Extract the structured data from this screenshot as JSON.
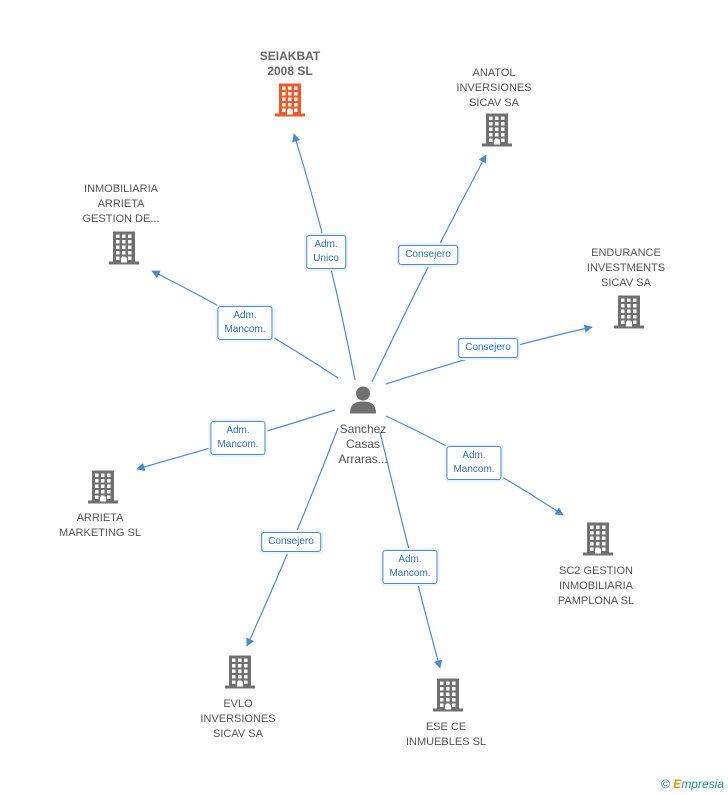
{
  "center": {
    "lines": [
      "Sanchez",
      "Casas",
      "Arraras..."
    ]
  },
  "nodes": [
    {
      "id": "seiakbat",
      "lines": [
        "SEIAKBAT",
        "2008 SL"
      ],
      "highlight": true,
      "role": "Adm.\nUnico",
      "role_lines": [
        "Adm.",
        "Unico"
      ]
    },
    {
      "id": "anatol",
      "lines": [
        "ANATOL",
        "INVERSIONES",
        "SICAV SA"
      ],
      "highlight": false,
      "role_lines": [
        "Consejero"
      ]
    },
    {
      "id": "inmobiliaria",
      "lines": [
        "INMOBILIARIA",
        "ARRIETA",
        "GESTION DE..."
      ],
      "highlight": false,
      "role_lines": [
        "Adm.",
        "Mancom."
      ]
    },
    {
      "id": "endurance",
      "lines": [
        "ENDURANCE",
        "INVESTMENTS",
        "SICAV SA"
      ],
      "highlight": false,
      "role_lines": [
        "Consejero"
      ]
    },
    {
      "id": "arrieta-marketing",
      "lines": [
        "ARRIETA",
        "MARKETING SL"
      ],
      "highlight": false,
      "role_lines": [
        "Adm.",
        "Mancom."
      ]
    },
    {
      "id": "sc2",
      "lines": [
        "SC2 GESTION",
        "INMOBILIARIA",
        "PAMPLONA SL"
      ],
      "highlight": false,
      "role_lines": [
        "Adm.",
        "Mancom."
      ]
    },
    {
      "id": "evlo",
      "lines": [
        "EVLO",
        "INVERSIONES",
        "SICAV SA"
      ],
      "highlight": false,
      "role_lines": [
        "Consejero"
      ]
    },
    {
      "id": "ese-ce",
      "lines": [
        "ESE CE",
        "INMUEBLES SL"
      ],
      "highlight": false,
      "role_lines": [
        "Adm.",
        "Mancom."
      ]
    }
  ],
  "colors": {
    "edge": "#4a8ad4",
    "building": "#707070",
    "highlight": "#f05a28",
    "person": "#707070"
  },
  "footer": {
    "copyright": "©",
    "brand_first": "E",
    "brand_rest": "mpresia"
  }
}
